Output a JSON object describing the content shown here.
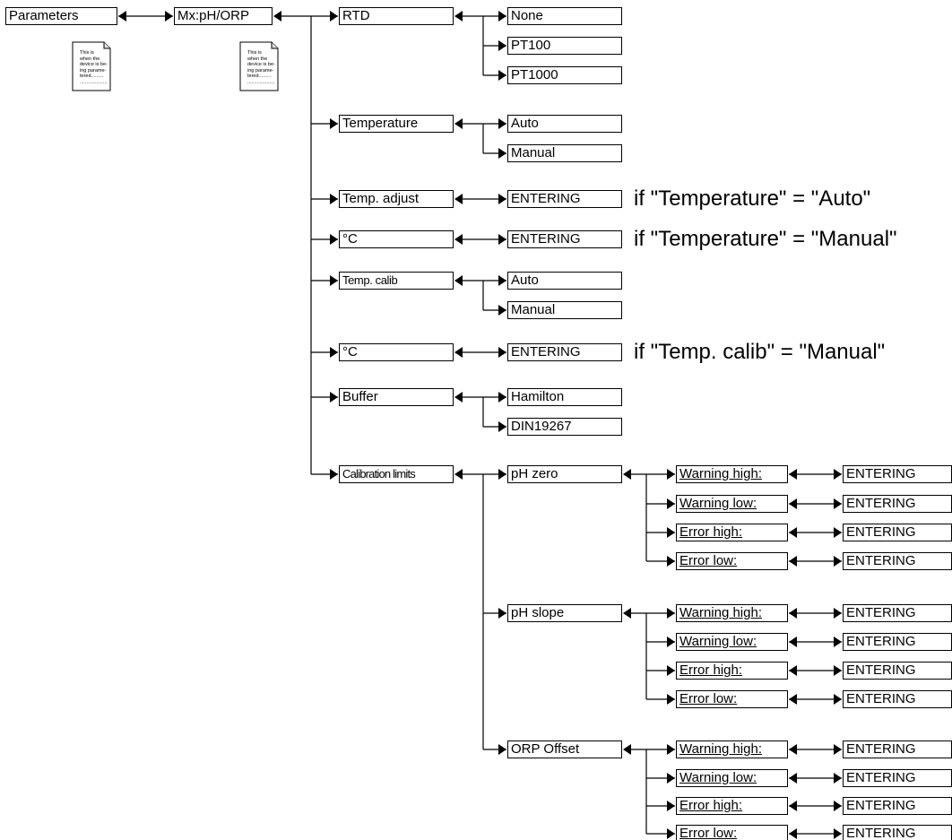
{
  "root": {
    "label": "Parameters"
  },
  "menu": {
    "label": "Mx:pH/ORP"
  },
  "doc_icon_text": "This is\nwhen the\ndevice is be-\ning parame-\ntered.........\n....................",
  "params": {
    "rtd": {
      "label": "RTD",
      "options": [
        "None",
        "PT100",
        "PT1000"
      ]
    },
    "temperature": {
      "label": "Temperature",
      "options": [
        "Auto",
        "Manual"
      ]
    },
    "temp_adjust": {
      "label": "Temp. adjust",
      "value": "ENTERING",
      "condition": "if \"Temperature\" = \"Auto\""
    },
    "deg_c_1": {
      "label": "°C",
      "value": "ENTERING",
      "condition": "if \"Temperature\" = \"Manual\""
    },
    "temp_calib": {
      "label": "Temp. calib",
      "options": [
        "Auto",
        "Manual"
      ]
    },
    "deg_c_2": {
      "label": "°C",
      "value": "ENTERING",
      "condition": "if \"Temp. calib\" = \"Manual\""
    },
    "buffer": {
      "label": "Buffer",
      "options": [
        "Hamilton",
        "DIN19267"
      ]
    },
    "calibration_limits": {
      "label": "Calibration limits",
      "groups": [
        {
          "label": "pH zero"
        },
        {
          "label": "pH slope"
        },
        {
          "label": "ORP Offset"
        }
      ],
      "limit_labels": [
        "Warning high:",
        "Warning low:",
        "Error high:",
        "Error low:"
      ],
      "value": "ENTERING"
    }
  }
}
